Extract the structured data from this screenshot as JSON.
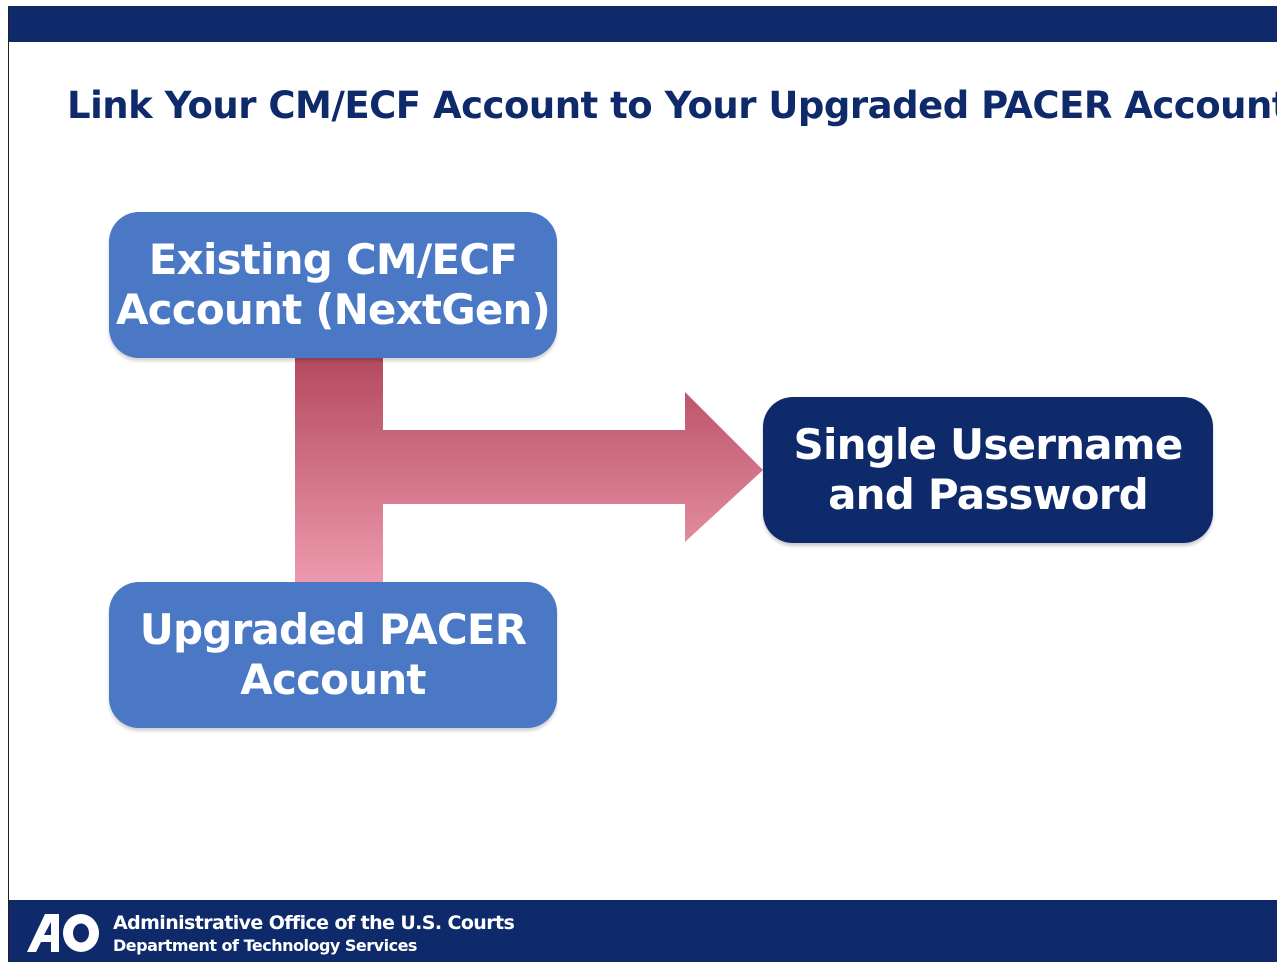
{
  "slide": {
    "title": "Link Your CM/ECF Account to Your Upgraded PACER Accounts"
  },
  "diagram": {
    "nodes": [
      {
        "id": "existing",
        "lines": [
          "Existing CM/ECF",
          "Account (NextGen)"
        ]
      },
      {
        "id": "upgraded",
        "lines": [
          "Upgraded PACER",
          "Account"
        ]
      },
      {
        "id": "single",
        "lines": [
          "Single Username",
          "and Password"
        ]
      }
    ],
    "edges": [
      {
        "from": [
          "existing",
          "upgraded"
        ],
        "to": "single"
      }
    ]
  },
  "footer": {
    "logo_text": "AO",
    "line1": "Administrative Office of the U.S. Courts",
    "line2": "Department of Technology Services"
  },
  "colors": {
    "navy": "#0e2a6b",
    "box_blue": "#4a78c4",
    "arrow_top": "#b3485e",
    "arrow_bottom": "#ee9aae"
  },
  "icons": {
    "logo": "ao-logo-icon",
    "connector": "merge-arrow-icon"
  }
}
